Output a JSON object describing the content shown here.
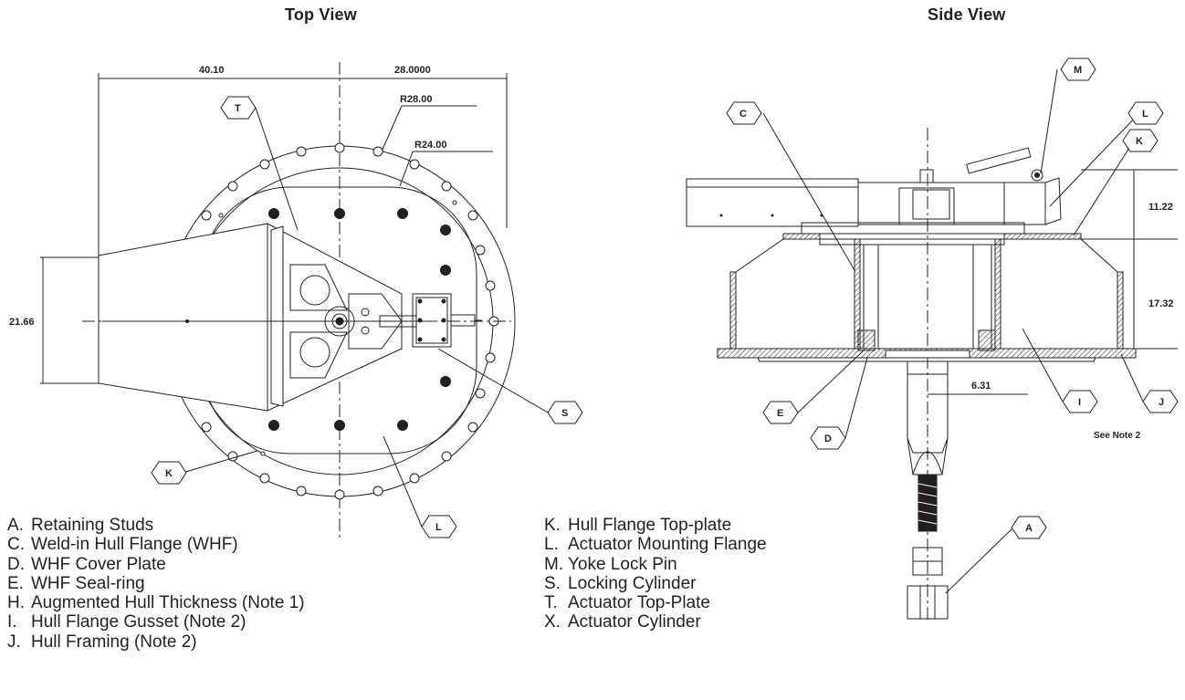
{
  "titles": {
    "top_view": "Top View",
    "side_view": "Side View"
  },
  "top_view": {
    "dimensions": [
      "40.10",
      "28.0000",
      "R28.00",
      "R24.00",
      "21.66"
    ],
    "callouts": [
      "T",
      "S",
      "K",
      "L"
    ]
  },
  "side_view": {
    "dimensions": [
      "11.22",
      "17.32",
      "6.31"
    ],
    "callouts": [
      "M",
      "C",
      "L",
      "K",
      "E",
      "D",
      "I",
      "J",
      "A"
    ],
    "note": "See Note 2"
  },
  "legend_left": [
    {
      "key": "A.",
      "text": "Retaining Studs"
    },
    {
      "key": "C.",
      "text": "Weld-in Hull Flange (WHF)"
    },
    {
      "key": "D.",
      "text": "WHF Cover Plate"
    },
    {
      "key": "E.",
      "text": "WHF Seal-ring"
    },
    {
      "key": "H.",
      "text": "Augmented Hull Thickness (Note 1)"
    },
    {
      "key": "I.",
      "text": "Hull Flange Gusset (Note 2)"
    },
    {
      "key": "J.",
      "text": "Hull Framing (Note 2)"
    }
  ],
  "legend_right": [
    {
      "key": "K.",
      "text": "Hull Flange Top-plate"
    },
    {
      "key": "L.",
      "text": "Actuator Mounting Flange"
    },
    {
      "key": "M.",
      "text": "Yoke Lock Pin"
    },
    {
      "key": "S.",
      "text": "Locking Cylinder"
    },
    {
      "key": "T.",
      "text": "Actuator Top-Plate"
    },
    {
      "key": "X.",
      "text": "Actuator Cylinder"
    }
  ]
}
